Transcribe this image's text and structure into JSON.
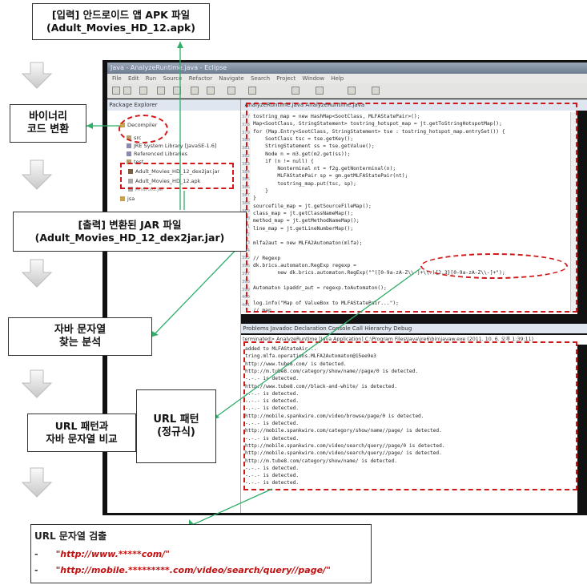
{
  "boxes": {
    "input": {
      "line1": "[입력] 안드로이드 앱 APK 파일",
      "line2": "(Adult_Movies_HD_12.apk)"
    },
    "binary": {
      "line1": "바이너리",
      "line2": "코드 변환"
    },
    "output": {
      "line1": "[출력] 변환된 JAR 파일",
      "line2": "(Adult_Movies_HD_12_dex2jar.jar)"
    },
    "analysis": {
      "line1": "자바 문자열",
      "line2": "찾는 분석"
    },
    "compare": {
      "line1": "URL 패턴과",
      "line2": "자바 문자열 비교"
    },
    "pattern": {
      "line1": "URL 패턴",
      "line2": "(정규식)"
    },
    "detect": {
      "title": "URL 문자열 검출",
      "items": [
        "\"http://www.*****com/\"",
        "\"http://mobile.*********.com/video/search/query//page/\""
      ],
      "bullet": "-"
    }
  },
  "ide": {
    "title": "Java - AnalyzeRuntime.java - Eclipse",
    "menu": [
      "File",
      "Edit",
      "Run",
      "Source",
      "Refactor",
      "Navigate",
      "Search",
      "Project",
      "Window",
      "Help"
    ],
    "package_explorer": "Package Explorer",
    "editor_tabs": "AnalyzeRuntime.java   AnalyzeRuntime.java",
    "tree": [
      "Decompiler",
      "src",
      "JRE System Library [JavaSE-1.6]",
      "Referenced Libraries",
      "test",
      "Adult_Movies_HD_12_dex2jar.jar",
      "Adult_Movies_HD_12.apk",
      "Android.jar",
      "jsa"
    ],
    "line_numbers": [
      "377",
      "378",
      "379",
      "380",
      "381",
      "382",
      "383",
      "384",
      "385",
      "386",
      "387",
      "388",
      "389",
      "390",
      "391",
      "392",
      "393",
      "394",
      "395",
      "396",
      "397",
      "398",
      "399",
      "400",
      "401"
    ],
    "code": [
      "tostring_map = new HashMap<SootClass, MLFAStatePair>();",
      "Map<SootClass, StringStatement> tostring_hotspot_map = jt.getToStringHotspotMap();",
      "for (Map.Entry<SootClass, StringStatement> tse : tostring_hotspot_map.entrySet()) {",
      "    SootClass tsc = tse.getKey();",
      "    StringStatement ss = tse.getValue();",
      "    Node n = m3.get(m2.get(ss));",
      "    if (n != null) {",
      "        Nonterminal nt = f2g.getNonterminal(n);",
      "        MLFAStatePair sp = gm.getMLFAStatePair(nt);",
      "        tostring_map.put(tsc, sp);",
      "    }",
      "}",
      "sourcefile_map = jt.getSourceFileMap();",
      "class_map = jt.getClassNameMap();",
      "method_map = jt.getMethodNameMap();",
      "line_map = jt.getLineNumberMap();",
      "",
      "mlfa2aut = new MLFA2Automaton(mlfa);",
      "",
      "// Regexp",
      "dk.brics.automaton.RegExp regexp =",
      "        new dk.brics.automaton.RegExp(\"^([0-9a-zA-Z\\\\-]+\\\\.){2,3}[0-9a-zA-Z\\\\-]+\");",
      "",
      "Automaton ipaddr_aut = regexp.toAutomaton();",
      "",
      "log.info(\"Map of ValueBox to MLFAStatePair...\");",
      "// map"
    ],
    "console_tabs": "Problems  Javadoc  Declaration  Console  Call Hierarchy  Debug",
    "console_status": "terminated> AnalyzeRuntime [Java Application] C:\\Program Files\\Java\\jre6\\bin\\javaw.exe (2011. 10. 6. 오후 1:39:11)",
    "console_lines": [
      "added to MLFAStateAir...",
      "tring.mlfa.operations.MLFA2Automaton@15ee9e3",
      "http://www.tube8.com/ is detected.",
      "http://m.tube8.com/category/show/name//page/0 is detected.",
      "-.-.- is detected.",
      "http://www.tube8.com//black-and-white/ is detected.",
      "-.-.- is detected.",
      "-.-.- is detected.",
      "-.-.- is detected.",
      "http://mobile.spankwire.com/video/browse/page/0 is detected.",
      "-.-.- is detected.",
      "http://mobile.spankwire.com/category/show/name//page/ is detected.",
      "-.-.- is detected.",
      "http://mobile.spankwire.com/video/search/query//page/0 is detected.",
      "http://mobile.spankwire.com/video/search/query//page/ is detected.",
      "http://m.tube8.com/category/show/name/ is detected.",
      "-.-.- is detected.",
      "-.-.- is detected.",
      "-.-.- is detected."
    ]
  }
}
